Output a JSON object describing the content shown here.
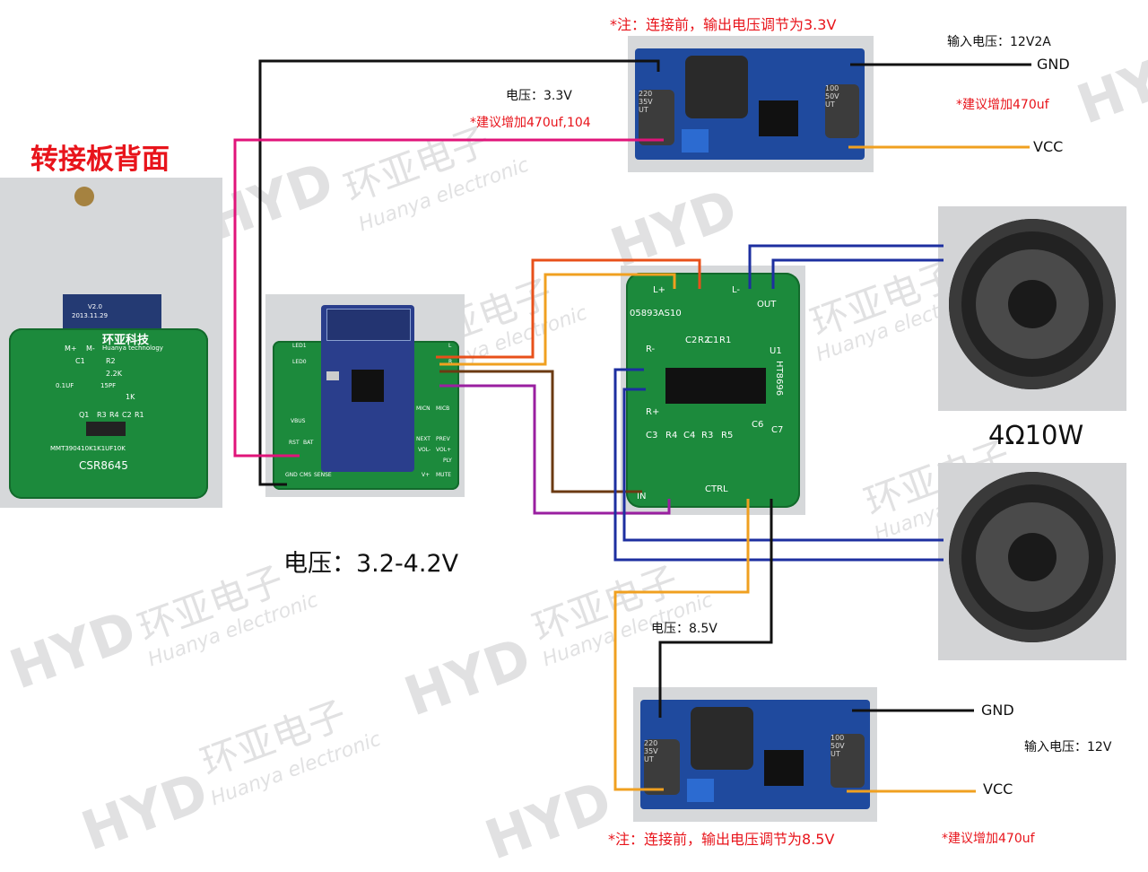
{
  "title": "转接板背面",
  "top_note": "*注：连接前，输出电压调节为3.3V",
  "bottom_note": "*注：连接前，输出电压调节为8.5V",
  "top_module": {
    "voltage": "电压：3.3V",
    "cap_advice": "*建议增加470uf,104",
    "input_voltage": "输入电压：12V2A",
    "gnd": "GND",
    "cap_advice_in": "*建议增加470uf",
    "vcc": "VCC",
    "cap_left": "220\n35V\nUT",
    "cap_right": "100\n50V\nUT"
  },
  "bottom_module": {
    "voltage": "电压：8.5V",
    "gnd": "GND",
    "input_voltage": "输入电压：12V",
    "vcc": "VCC",
    "cap_advice_in": "*建议增加470uf",
    "cap_left": "220\n35V\nUT",
    "cap_right": "100\n50V\nUT"
  },
  "adapter_board": {
    "brand": "环亚科技",
    "brand_en": "Huanya technology",
    "chip": "CSR8645",
    "labels": [
      "M+",
      "M-",
      "C1",
      "R2",
      "2.2K",
      "1K",
      "Q1",
      "R3",
      "R4",
      "C2",
      "R1",
      "15PF",
      "0.1UF",
      "MMT390410K1K1UF10K",
      "V2.0",
      "2013.11.29"
    ]
  },
  "bt_module": {
    "voltage": "电压：3.2-4.2V",
    "pins_left": [
      "LED1",
      "LED0",
      "VBUS",
      "RST",
      "BAT",
      "GND",
      "CMS",
      "SENSE"
    ],
    "pins_right": [
      "L",
      "R",
      "MICN",
      "MICB",
      "NEXT",
      "PREV",
      "VOL-",
      "VOL+",
      "PLY",
      "V+",
      "MUTE"
    ]
  },
  "amp_board": {
    "chip": "HT8696",
    "labels": [
      "L+",
      "L-",
      "OUT",
      "R-",
      "R+",
      "C3",
      "R4",
      "C4",
      "R3",
      "R5",
      "C7",
      "C6",
      "C1",
      "R2",
      "C2",
      "R1",
      "U1",
      "IN",
      "CTRL",
      "05893AS10"
    ]
  },
  "speaker_spec": "4Ω10W",
  "watermark": {
    "logo": "HYD",
    "cn": "环亚电子",
    "en": "Huanya electronic"
  },
  "colors": {
    "black_wire": "#111111",
    "pink_wire": "#e0147a",
    "orange_wire": "#f0a020",
    "red_orange_wire": "#e8501a",
    "brown_wire": "#6b3a12",
    "purple_wire": "#9a1fa0",
    "blue_wire": "#1d2fa0",
    "note_red": "#e8141b"
  }
}
